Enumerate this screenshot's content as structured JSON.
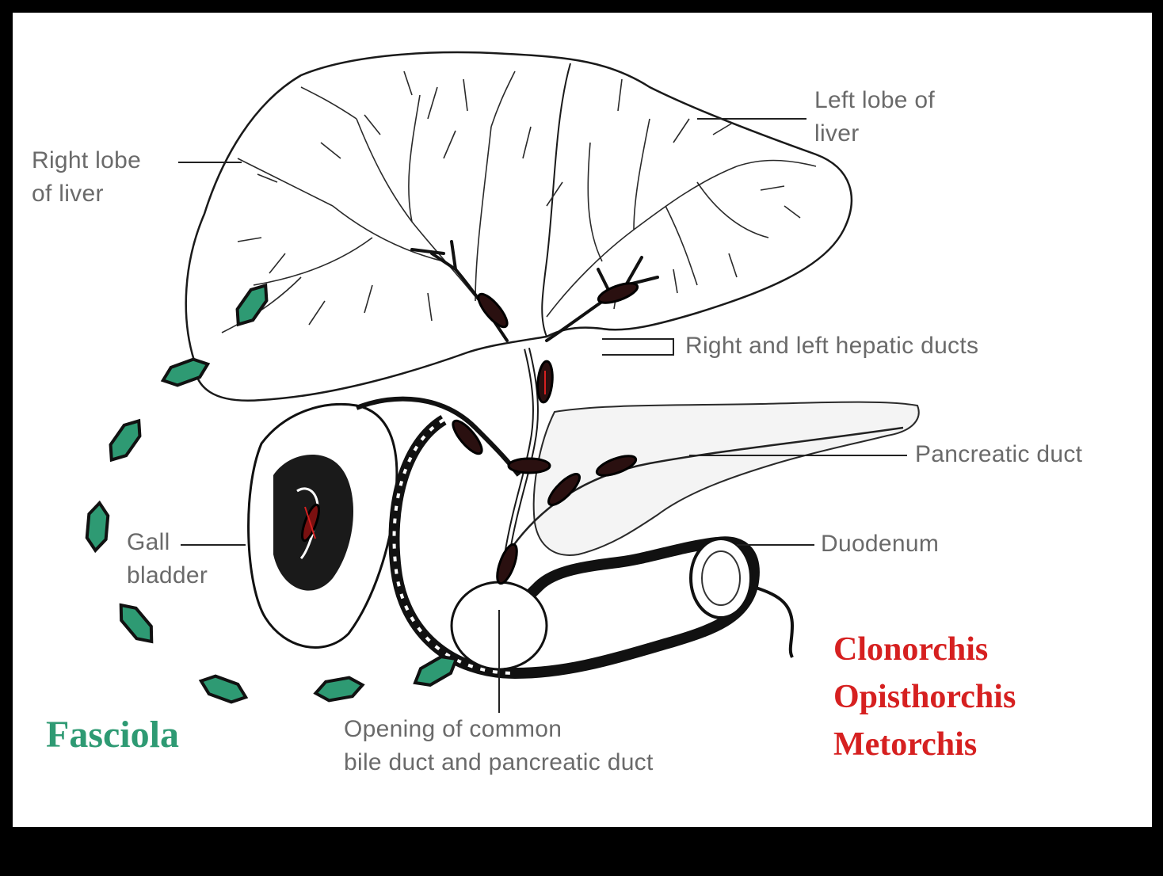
{
  "labels": {
    "right_lobe": [
      "Right lobe",
      "of liver"
    ],
    "left_lobe": [
      "Left lobe of",
      "liver"
    ],
    "hepatic_ducts": "Right and left hepatic ducts",
    "pancreatic_duct": "Pancreatic duct",
    "duodenum": "Duodenum",
    "gall_bladder": [
      "Gall",
      "bladder"
    ],
    "common_duct_opening": [
      "Opening of common",
      "bile duct and pancreatic duct"
    ]
  },
  "species": {
    "fasciola": "Fasciola",
    "red_group": [
      "Clonorchis",
      "Opisthorchis",
      "Metorchis"
    ]
  },
  "colors": {
    "fasciola": "#2e9a73",
    "red_group": "#d62020",
    "label": "#6a6a6a",
    "frame": "#000000"
  },
  "icons": {
    "fasciola_fluke": "green-hexagon-fluke",
    "liver_fluke": "dark-elongated-fluke"
  }
}
